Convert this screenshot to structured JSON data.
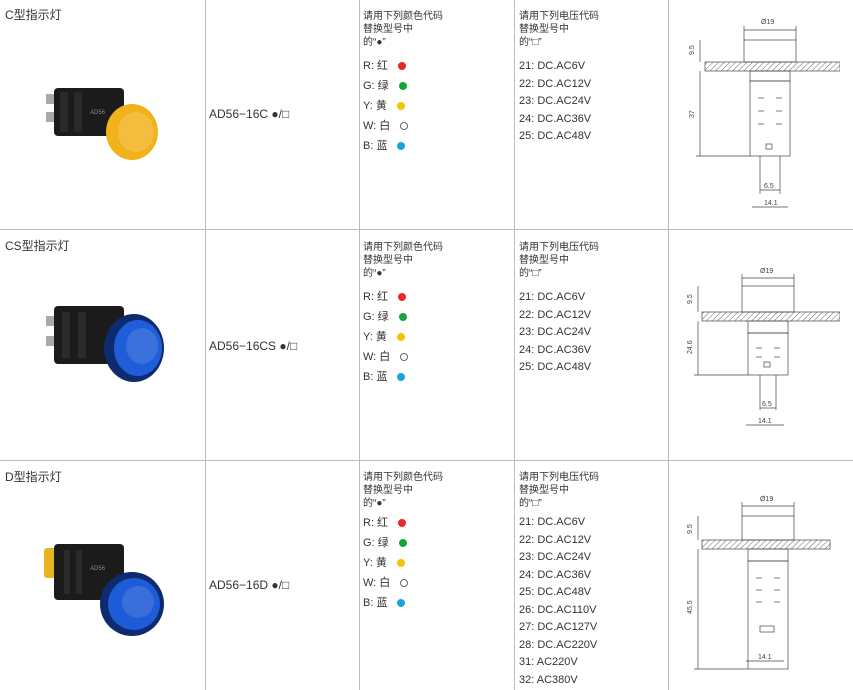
{
  "rows": [
    {
      "title": "C型指示灯",
      "model": "AD56−16C ●/□",
      "color_header": [
        "请用下列颜色代码",
        "替换型号中",
        "的“●”"
      ],
      "voltage_header": [
        "请用下列电压代码",
        "替换型号中",
        "的“□”"
      ],
      "lens_color": "#f2b21c",
      "drawing": {
        "dia": "Ø19",
        "top": "9.5",
        "len": "37",
        "pin": "6.5",
        "base": "14.1"
      }
    },
    {
      "title": "CS型指示灯",
      "model": "AD56−16CS ●/□",
      "color_header": [
        "请用下列颜色代码",
        "替换型号中",
        "的“●”"
      ],
      "voltage_header": [
        "请用下列电压代码",
        "替换型号中",
        "的“□”"
      ],
      "lens_color": "#1f5ed8",
      "drawing": {
        "dia": "Ø19",
        "top": "9.5",
        "len": "24.6",
        "pin": "6.5",
        "base": "14.1"
      }
    },
    {
      "title": "D型指示灯",
      "model": "AD56−16D ●/□",
      "color_header": [
        "请用下列颜色代码",
        "替换型号中",
        "的“●”"
      ],
      "voltage_header": [
        "请用下列电压代码",
        "替换型号中",
        "的“□”"
      ],
      "lens_color": "#1e5bd6",
      "drawing": {
        "dia": "Ø19",
        "top": "9.5",
        "len": "45.5",
        "base": "14.1"
      }
    }
  ],
  "color_codes": [
    {
      "label": "R: 红",
      "color": "#e8282b",
      "outline": false
    },
    {
      "label": "G: 绿",
      "color": "#13a538",
      "outline": false
    },
    {
      "label": "Y: 黄",
      "color": "#f5c300",
      "outline": false
    },
    {
      "label": "W: 白",
      "color": "#ffffff",
      "outline": true
    },
    {
      "label": "B: 蓝",
      "color": "#1aa3e0",
      "outline": false
    }
  ],
  "voltage_codes_short": [
    "21: DC.AC6V",
    "22: DC.AC12V",
    "23: DC.AC24V",
    "24: DC.AC36V",
    "25: DC.AC48V"
  ],
  "voltage_codes_long": [
    "21: DC.AC6V",
    "22: DC.AC12V",
    "23: DC.AC24V",
    "24: DC.AC36V",
    "25: DC.AC48V",
    "26: DC.AC110V",
    "27: DC.AC127V",
    "28: DC.AC220V",
    "31: AC220V",
    "32: AC380V"
  ]
}
